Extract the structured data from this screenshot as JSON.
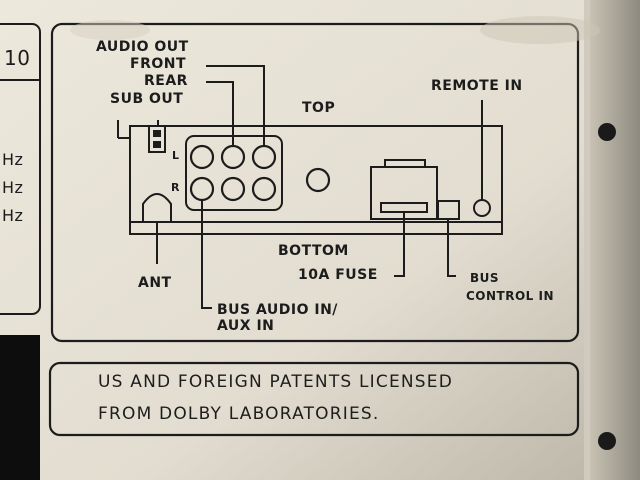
{
  "left_panel": {
    "model_fragment": "10",
    "freq_labels": [
      "Hz",
      "Hz",
      "Hz"
    ]
  },
  "diagram": {
    "audio_out": "AUDIO OUT",
    "front": "FRONT",
    "rear": "REAR",
    "sub_out": "SUB OUT",
    "top": "TOP",
    "remote_in": "REMOTE IN",
    "channel_left": "L",
    "channel_right": "R",
    "bottom": "BOTTOM",
    "ant": "ANT",
    "fuse": "10A FUSE",
    "bus_control_line1": "BUS",
    "bus_control_line2": "CONTROL IN",
    "bus_audio_line1": "BUS AUDIO IN/",
    "bus_audio_line2": "AUX IN"
  },
  "notice": {
    "line1": "US AND FOREIGN PATENTS LICENSED",
    "line2": "FROM DOLBY LABORATORIES."
  },
  "colors": {
    "panel": "#e6e2d6",
    "ink": "#1c1c1c"
  }
}
